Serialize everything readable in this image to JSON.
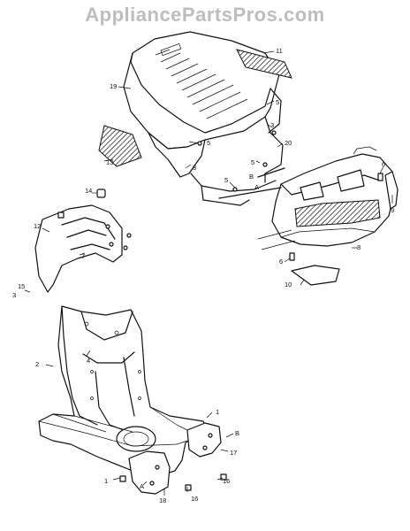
{
  "watermark": "AppliancePartsPros.com",
  "callouts": [
    {
      "id": "c11",
      "text": "11"
    },
    {
      "id": "c19",
      "text": "19"
    },
    {
      "id": "c5a",
      "text": "5"
    },
    {
      "id": "c5b",
      "text": "5"
    },
    {
      "id": "c5c",
      "text": "5"
    },
    {
      "id": "c5d",
      "text": "5"
    },
    {
      "id": "c13",
      "text": "13"
    },
    {
      "id": "c3a",
      "text": "3"
    },
    {
      "id": "c3b",
      "text": "3"
    },
    {
      "id": "c20",
      "text": "20"
    },
    {
      "id": "cBa",
      "text": "B"
    },
    {
      "id": "cA1",
      "text": "A"
    },
    {
      "id": "c6a",
      "text": "6"
    },
    {
      "id": "c9",
      "text": "9"
    },
    {
      "id": "c8",
      "text": "8"
    },
    {
      "id": "c6b",
      "text": "6"
    },
    {
      "id": "c10",
      "text": "10"
    },
    {
      "id": "c14",
      "text": "14"
    },
    {
      "id": "c12",
      "text": "12"
    },
    {
      "id": "c7",
      "text": "7"
    },
    {
      "id": "c15",
      "text": "15"
    },
    {
      "id": "c3c",
      "text": "3"
    },
    {
      "id": "c2",
      "text": "2"
    },
    {
      "id": "c4",
      "text": "4"
    },
    {
      "id": "c1a",
      "text": "1"
    },
    {
      "id": "cBb",
      "text": "B"
    },
    {
      "id": "c17",
      "text": "17"
    },
    {
      "id": "c1b",
      "text": "1"
    },
    {
      "id": "cA2",
      "text": "A"
    },
    {
      "id": "c16a",
      "text": "16"
    },
    {
      "id": "c18",
      "text": "18"
    },
    {
      "id": "c16b",
      "text": "16"
    }
  ]
}
